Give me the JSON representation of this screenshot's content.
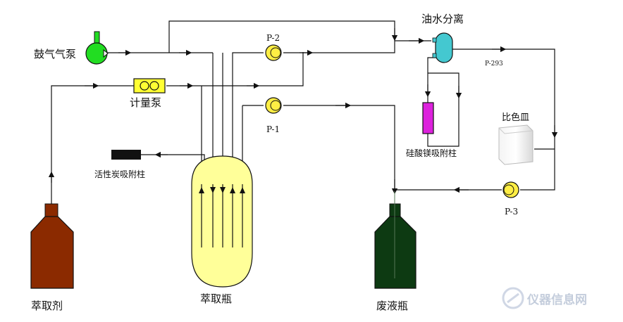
{
  "labels": {
    "blower": "鼓气气泵",
    "metering_pump": "计量泵",
    "p2": "P-2",
    "p1": "P-1",
    "p3": "P-3",
    "p293": "P-293",
    "oil_water": "油水分离",
    "colorimetric_dish": "比色皿",
    "silicate_column": "硅酸镁吸附柱",
    "carbon_column": "活性炭吸附柱",
    "extractant": "萃取剂",
    "extraction_bottle": "萃取瓶",
    "waste_bottle": "废液瓶",
    "watermark": "仪器信息网"
  },
  "colors": {
    "line": "#111111",
    "blower": "#22dd22",
    "pump": "#ffee44",
    "metering": "#ffff33",
    "separator": "#44c8d0",
    "silicate": "#dd22dd",
    "extractant": "#8b2a00",
    "extraction_bottle": "#ffff99",
    "waste": "#0d3a12"
  }
}
